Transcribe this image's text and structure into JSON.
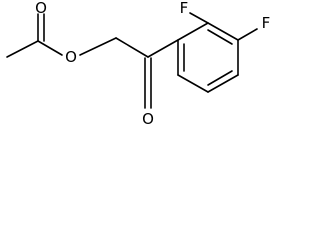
{
  "molecule": {
    "atoms": {
      "o_carbonyl_acetyl": "O",
      "o_ester": "O",
      "o_ketone": "O",
      "f_ortho": "F",
      "f_para": "F"
    }
  },
  "colors": {
    "bond": "#000000",
    "label": "#000000",
    "background": "#ffffff"
  }
}
